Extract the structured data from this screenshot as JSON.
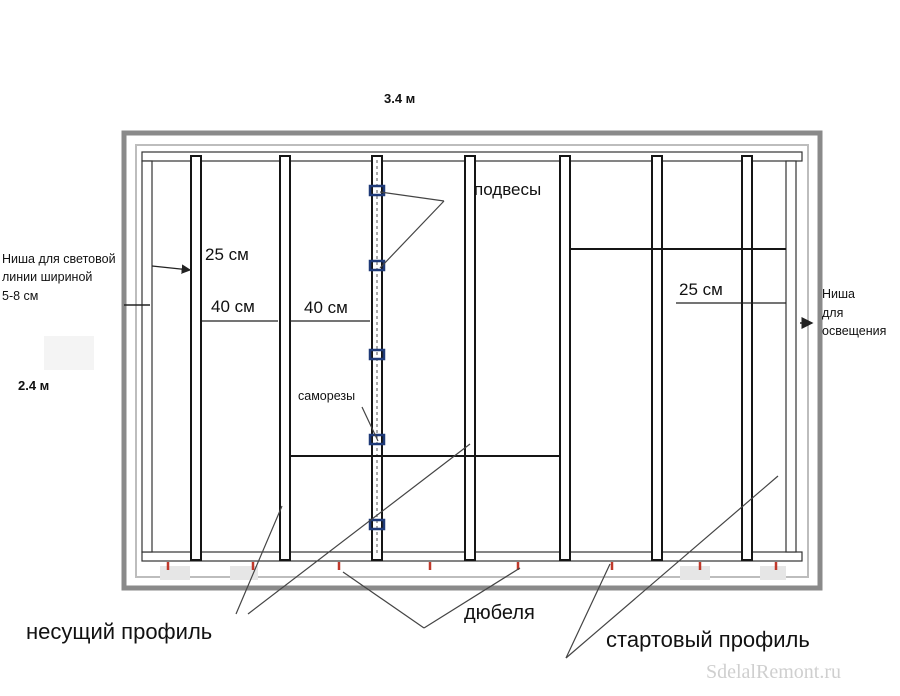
{
  "dimensions": {
    "width": "3.4 м",
    "height": "2.4 м"
  },
  "labels": {
    "niche_left": [
      "Ниша для световой",
      "линии шириной",
      "5-8 см"
    ],
    "niche_right": [
      "Ниша",
      "для",
      "освещения"
    ],
    "gap_25_left": "25 см",
    "gap_40_a": "40 см",
    "gap_40_b": "40 см",
    "gap_25_right": "25 см",
    "hangers": "подвесы",
    "screws": "саморезы",
    "bearing_profile": "несущий профиль",
    "dowels": "дюбеля",
    "starter_profile": "стартовый профиль"
  },
  "watermark": "SdelalRemont.ru",
  "colors": {
    "frame": "#8a8a8a",
    "frame_inner": "#f2f2f2",
    "profile": "#151515",
    "dowel": "#c0392b",
    "hanger": "#1f3a78",
    "line": "#222222"
  },
  "icons": [
    "arrow-icon"
  ]
}
